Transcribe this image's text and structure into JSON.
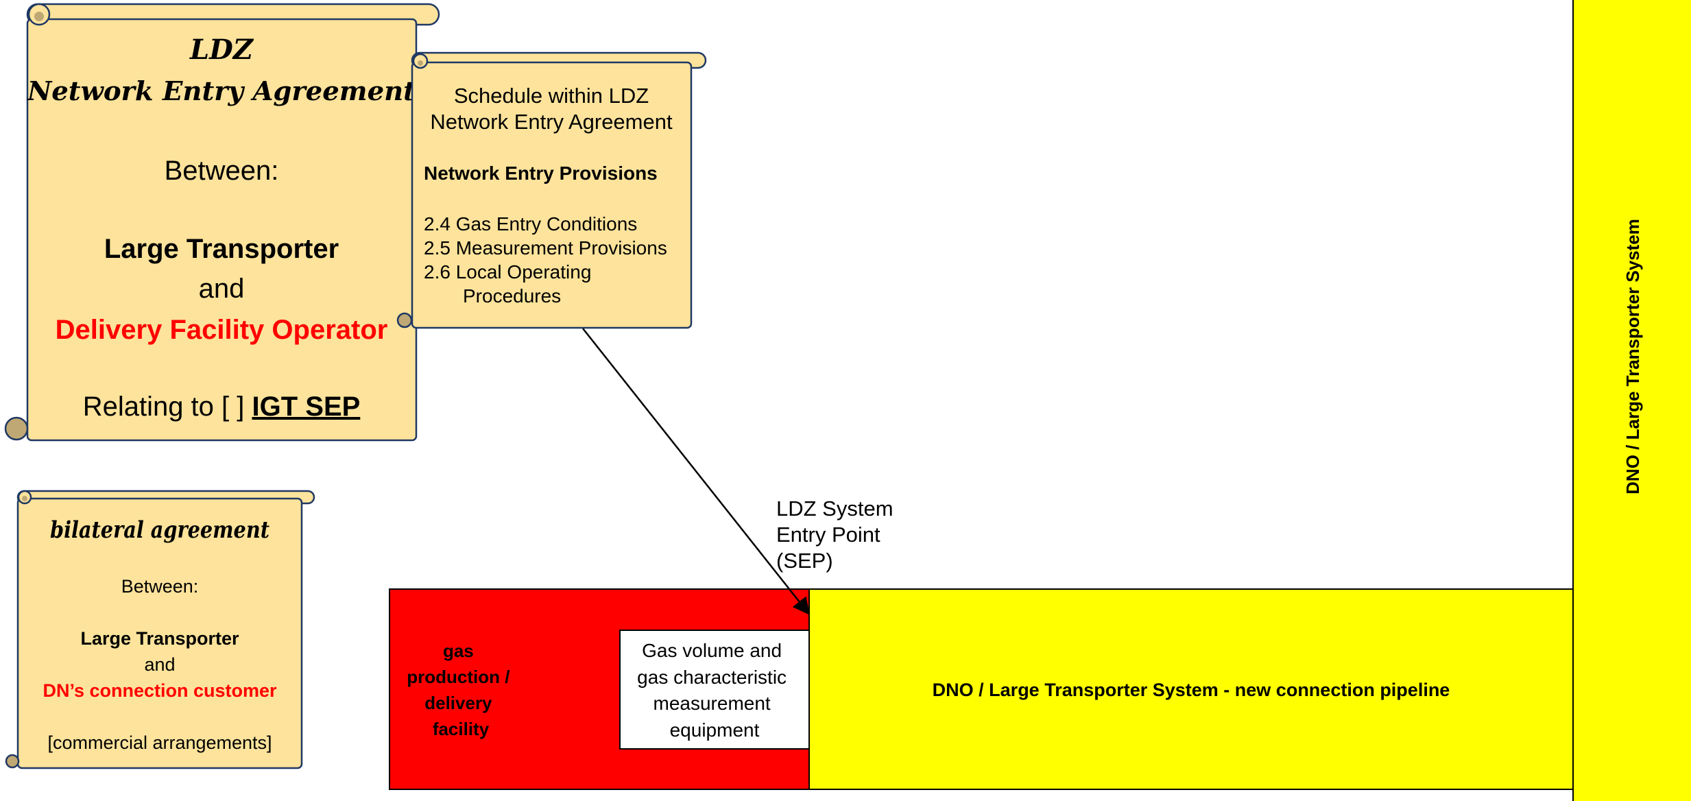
{
  "colors": {
    "scroll_fill": "#fde39b",
    "scroll_stroke": "#1f3864",
    "curl_fill": "#bfa874",
    "red": "#ff0000",
    "yellow": "#ffff00",
    "text_red": "#ff0000"
  },
  "main_agreement": {
    "title_line1": "LDZ",
    "title_line2": "Network Entry Agreement",
    "between": "Between:",
    "party1": "Large Transporter",
    "and": "and",
    "party2": "Delivery Facility Operator",
    "relating_prefix": "Relating to [ ] ",
    "relating_sep": "IGT SEP"
  },
  "schedule": {
    "title_line1": "Schedule within LDZ",
    "title_line2": "Network Entry Agreement",
    "heading": "Network Entry Provisions",
    "items": [
      "2.4 Gas Entry Conditions",
      "2.5 Measurement Provisions",
      "2.6 Local Operating",
      "Procedures"
    ]
  },
  "bilateral": {
    "title": "bilateral agreement",
    "between": "Between:",
    "party1": "Large Transporter",
    "and": "and",
    "party2": "DN’s connection customer",
    "note": "[commercial arrangements]"
  },
  "sep_label": [
    "LDZ System",
    "Entry Point",
    "(SEP)"
  ],
  "facility": [
    "gas",
    "production /",
    "delivery",
    "facility"
  ],
  "measurement": [
    "Gas volume and",
    "gas characteristic",
    "measurement",
    "equipment"
  ],
  "pipeline_label": "DNO / Large Transporter System - new connection pipeline",
  "system_label": "DNO / Large Transporter System"
}
